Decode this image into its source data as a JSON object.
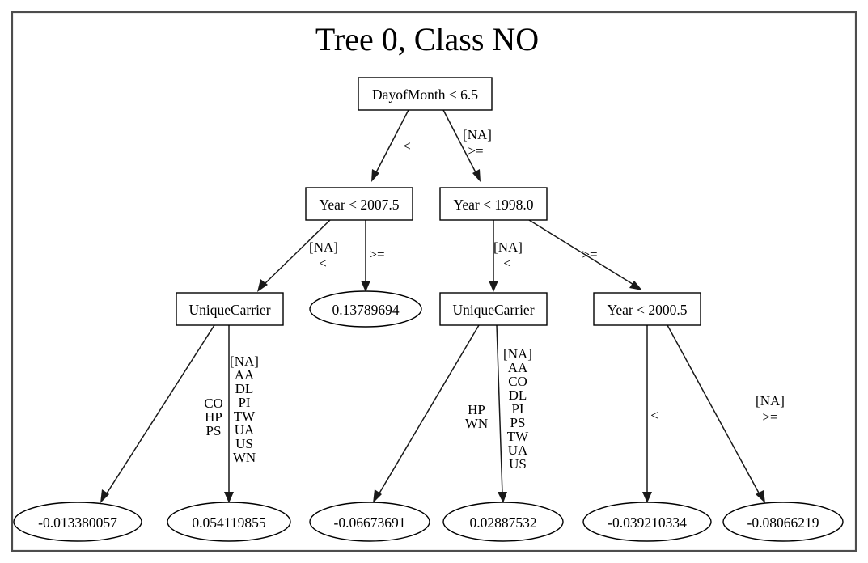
{
  "title": "Tree 0, Class NO",
  "graph": {
    "type": "decision-tree",
    "orientation": "top-down",
    "border_color": "#4d4d4d",
    "node_stroke": "#000000",
    "edge_stroke": "#191919",
    "background": "#ffffff"
  },
  "nodes": {
    "root": {
      "label": "DayofMonth < 6.5",
      "shape": "box"
    },
    "n_l": {
      "label": "Year < 2007.5",
      "shape": "box"
    },
    "n_r": {
      "label": "Year < 1998.0",
      "shape": "box"
    },
    "n_ll": {
      "label": "UniqueCarrier",
      "shape": "box"
    },
    "n_lr": {
      "label": "0.13789694",
      "shape": "ellipse"
    },
    "n_rl": {
      "label": "UniqueCarrier",
      "shape": "box"
    },
    "n_rr": {
      "label": "Year < 2000.5",
      "shape": "box"
    },
    "leaf_1": {
      "label": "-0.013380057",
      "shape": "ellipse"
    },
    "leaf_2": {
      "label": "0.054119855",
      "shape": "ellipse"
    },
    "leaf_3": {
      "label": "-0.06673691",
      "shape": "ellipse"
    },
    "leaf_4": {
      "label": "0.02887532",
      "shape": "ellipse"
    },
    "leaf_5": {
      "label": "-0.039210334",
      "shape": "ellipse"
    },
    "leaf_6": {
      "label": "-0.08066219",
      "shape": "ellipse"
    }
  },
  "edge_labels": {
    "root_left": "<",
    "root_right_na": "[NA]",
    "root_right_op": ">=",
    "nl_left_na": "[NA]",
    "nl_left_op": "<",
    "nl_right_op": ">=",
    "nr_left_na": "[NA]",
    "nr_left_op": "<",
    "nr_right_op": ">=",
    "nll_left": "CO\nHP\nPS",
    "nll_left_lines": [
      "CO",
      "HP",
      "PS"
    ],
    "nll_right_lines": [
      "[NA]",
      "AA",
      "DL",
      "PI",
      "TW",
      "UA",
      "US",
      "WN"
    ],
    "nrl_left_lines": [
      "HP",
      "WN"
    ],
    "nrl_right_lines": [
      "[NA]",
      "AA",
      "CO",
      "DL",
      "PI",
      "PS",
      "TW",
      "UA",
      "US"
    ],
    "nrr_left_op": "<",
    "nrr_right_na": "[NA]",
    "nrr_right_op": ">="
  }
}
